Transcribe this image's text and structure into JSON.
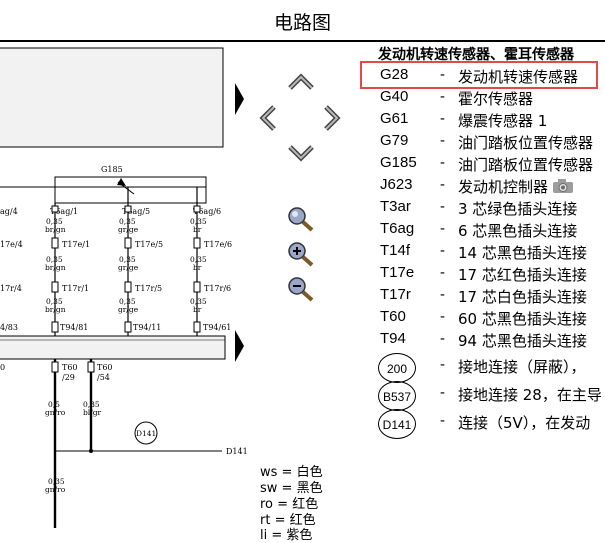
{
  "title": "电路图",
  "diagram": {
    "component_label": "G185",
    "row1": [
      "ag/4",
      "T6ag/1",
      "T6ag/5",
      "T6ag/6"
    ],
    "row1_wires": [
      {
        "size": "0,35",
        "color": "br/gn"
      },
      {
        "size": "0,35",
        "color": "gr/ge"
      },
      {
        "size": "0,35",
        "color": "br"
      }
    ],
    "row2": [
      "17e/4",
      "T17e/1",
      "T17e/5",
      "T17e/6"
    ],
    "row2_wires": [
      {
        "size": "0,35",
        "color": "br/gn"
      },
      {
        "size": "0,35",
        "color": "gr/ge"
      },
      {
        "size": "0,35",
        "color": "br"
      }
    ],
    "row3": [
      "17r/4",
      "T17r/1",
      "T17r/5",
      "T17r/6"
    ],
    "row3_wires": [
      {
        "size": "0,35",
        "color": "br/gn"
      },
      {
        "size": "0,35",
        "color": "gr/ge"
      },
      {
        "size": "0,35",
        "color": "br"
      }
    ],
    "row4": [
      "4/83",
      "T94/81",
      "T94/11",
      "T94/61"
    ],
    "bottom_left": "0",
    "lower_conn": [
      "T60",
      "/29",
      "T60",
      "/54"
    ],
    "lower_wires": [
      {
        "size": "0,5",
        "color": "gn/ro"
      },
      {
        "size": "0,35",
        "color": "bl/gr"
      }
    ],
    "ground_label": "D141",
    "bottom_wire": {
      "size": "0,35",
      "color": "gn/ro"
    }
  },
  "legend": {
    "header": "发动机转速传感器、霍耳传感器",
    "items": [
      {
        "code": "G28",
        "desc": "发动机转速传感器"
      },
      {
        "code": "G40",
        "desc": "霍尔传感器"
      },
      {
        "code": "G61",
        "desc": "爆震传感器 1"
      },
      {
        "code": "G79",
        "desc": "油门踏板位置传感器"
      },
      {
        "code": "G185",
        "desc": "油门踏板位置传感器"
      },
      {
        "code": "J623",
        "desc": "发动机控制器"
      },
      {
        "code": "T3ar",
        "desc": "3 芯绿色插头连接"
      },
      {
        "code": "T6ag",
        "desc": "6 芯黑色插头连接"
      },
      {
        "code": "T14f",
        "desc": "14 芯黑色插头连接"
      },
      {
        "code": "T17e",
        "desc": "17 芯红色插头连接"
      },
      {
        "code": "T17r",
        "desc": "17 芯白色插头连接"
      },
      {
        "code": "T60",
        "desc": "60 芯黑色插头连接"
      },
      {
        "code": "T94",
        "desc": "94 芯黑色插头连接"
      }
    ],
    "grounds": [
      {
        "code": "200",
        "desc": "接地连接（屏蔽），"
      },
      {
        "code": "B537",
        "desc": "接地连接 28，在主导"
      },
      {
        "code": "D141",
        "desc": "连接（5V），在发动"
      }
    ]
  },
  "wire_colors": [
    {
      "code": "ws",
      "name": "白色"
    },
    {
      "code": "sw",
      "name": "黑色"
    },
    {
      "code": "ro",
      "name": "红色"
    },
    {
      "code": "rt",
      "name": "红色"
    },
    {
      "code": "li",
      "name": "紫色"
    }
  ],
  "colors": {
    "highlight": "#e14a4a",
    "panel": "#f2f2f2"
  }
}
